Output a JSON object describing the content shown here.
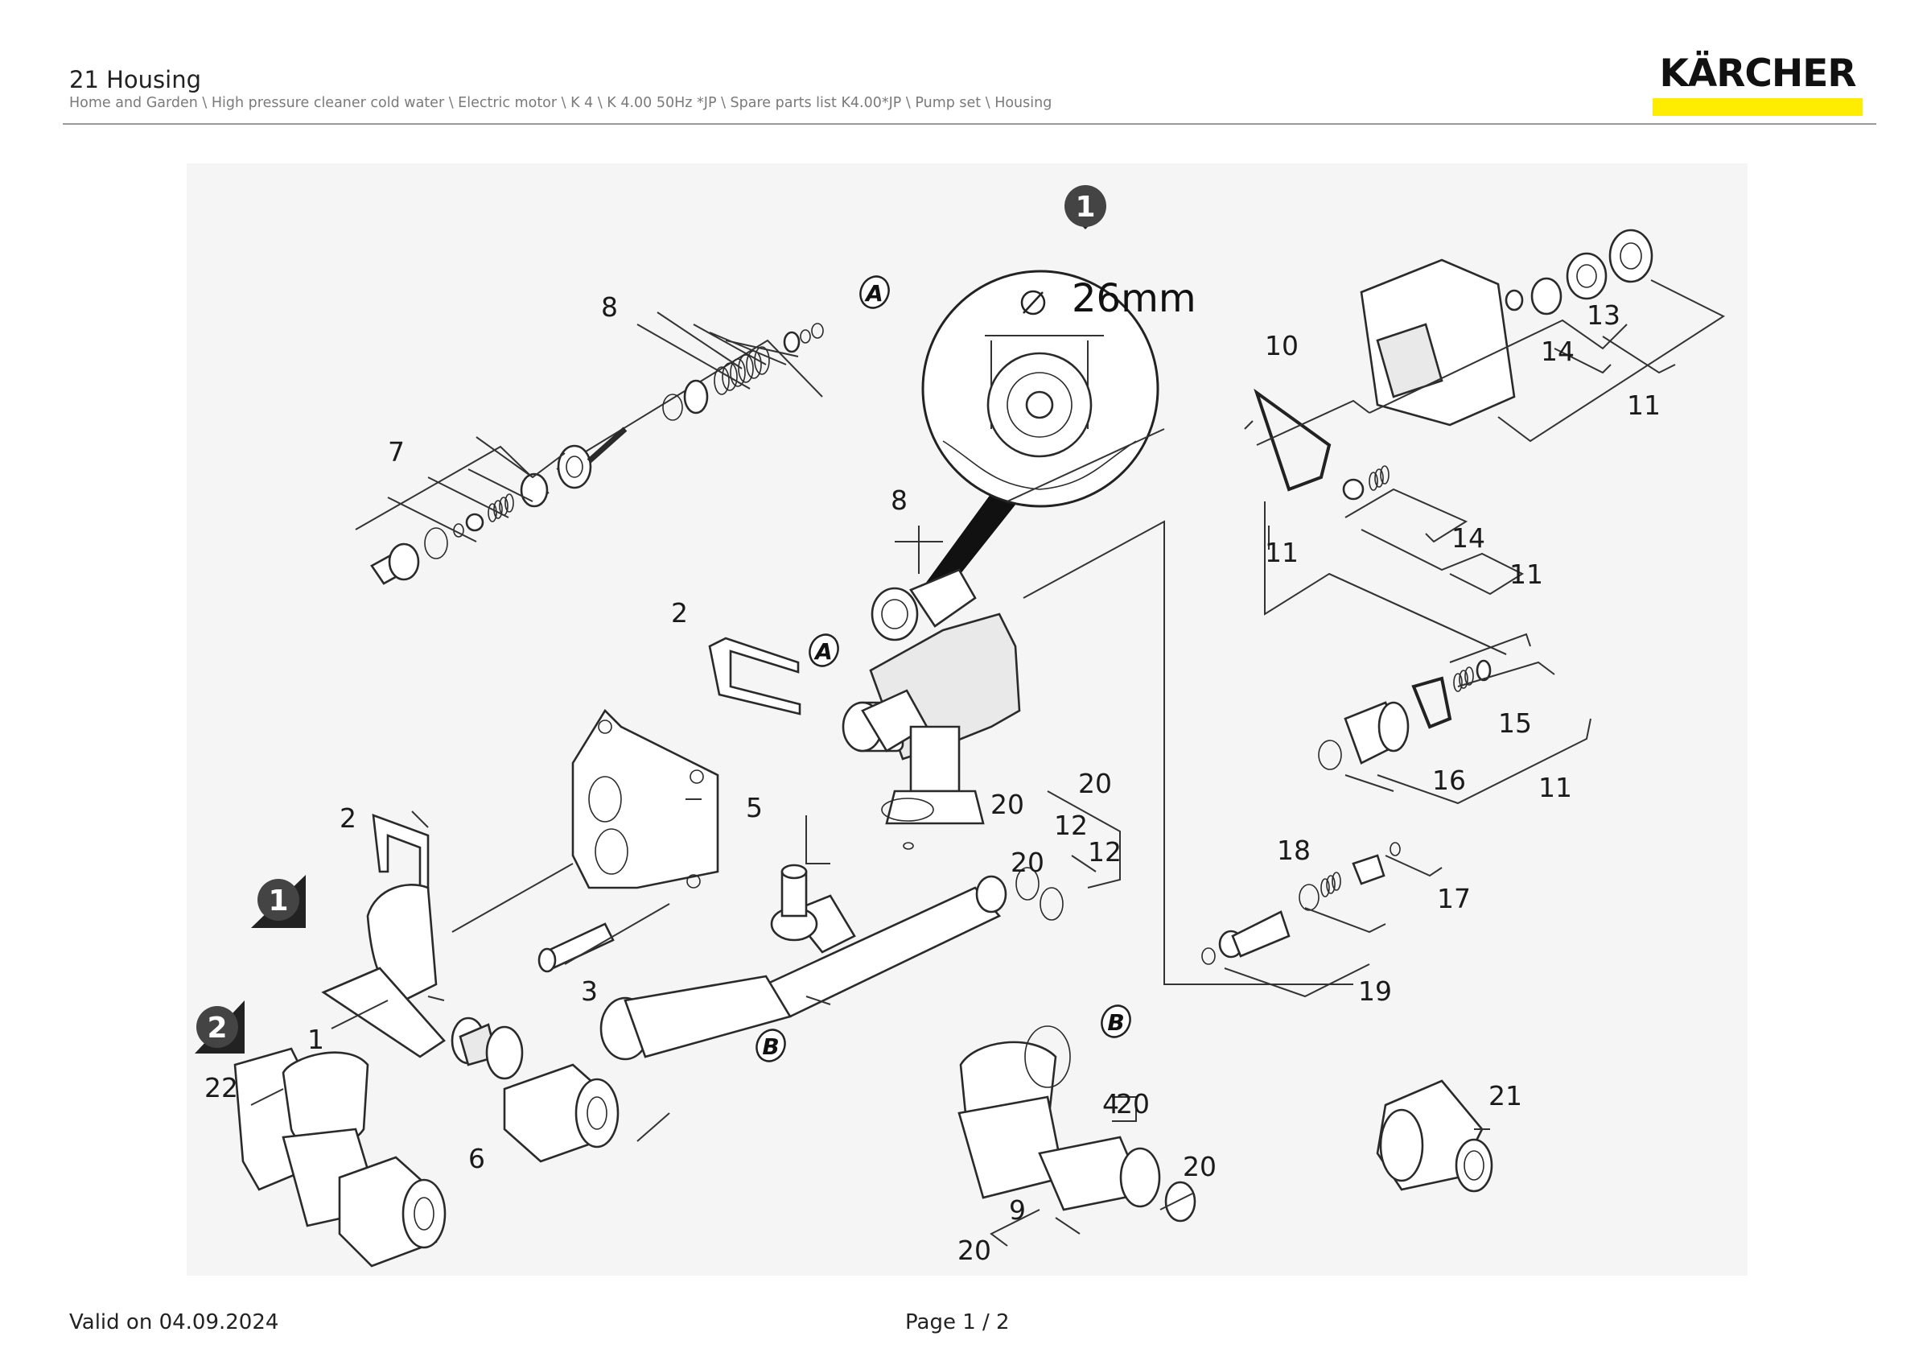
{
  "header": {
    "title": "21 Housing",
    "breadcrumb": "Home and Garden \\ High pressure cleaner cold water \\ Electric motor \\ K 4 \\ K 4.00 50Hz *JP \\ Spare parts list K4.00*JP \\ Pump set \\ Housing",
    "brand": "KÄRCHER",
    "brand_color": "#ffed00"
  },
  "drawing": {
    "detail_dimension": "26mm",
    "callout_badges": [
      "1",
      "2"
    ],
    "ref_letters": [
      "A",
      "B"
    ],
    "part_numbers": [
      "1",
      "2",
      "3",
      "4",
      "5",
      "6",
      "7",
      "8",
      "9",
      "10",
      "11",
      "12",
      "13",
      "14",
      "15",
      "16",
      "17",
      "18",
      "19",
      "20",
      "21",
      "22"
    ]
  },
  "footer": {
    "valid_text": "Valid on 04.09.2024",
    "page_text": "Page 1 / 2"
  }
}
